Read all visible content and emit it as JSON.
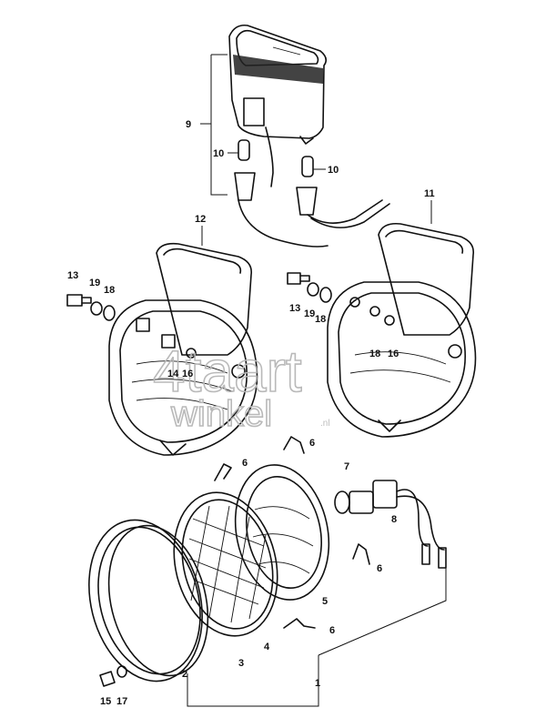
{
  "callouts": {
    "c1": "1",
    "c2": "2",
    "c3": "3",
    "c4": "4",
    "c5": "5",
    "c6a": "6",
    "c6b": "6",
    "c6c": "6",
    "c6d": "6",
    "c7": "7",
    "c8": "8",
    "c9": "9",
    "c10a": "10",
    "c10b": "10",
    "c11": "11",
    "c12": "12",
    "c13a": "13",
    "c13b": "13",
    "c14": "14",
    "c15": "15",
    "c16a": "16",
    "c16b": "16",
    "c17": "17",
    "c18a": "18",
    "c18b": "18",
    "c18c": "18",
    "c19a": "19",
    "c19b": "19"
  },
  "watermark": {
    "line1": "4taart",
    "line2": "winkel",
    "suffix": ".nl"
  },
  "colors": {
    "ink": "#111111",
    "watermark": "#b9b9b9",
    "background": "#ffffff"
  }
}
